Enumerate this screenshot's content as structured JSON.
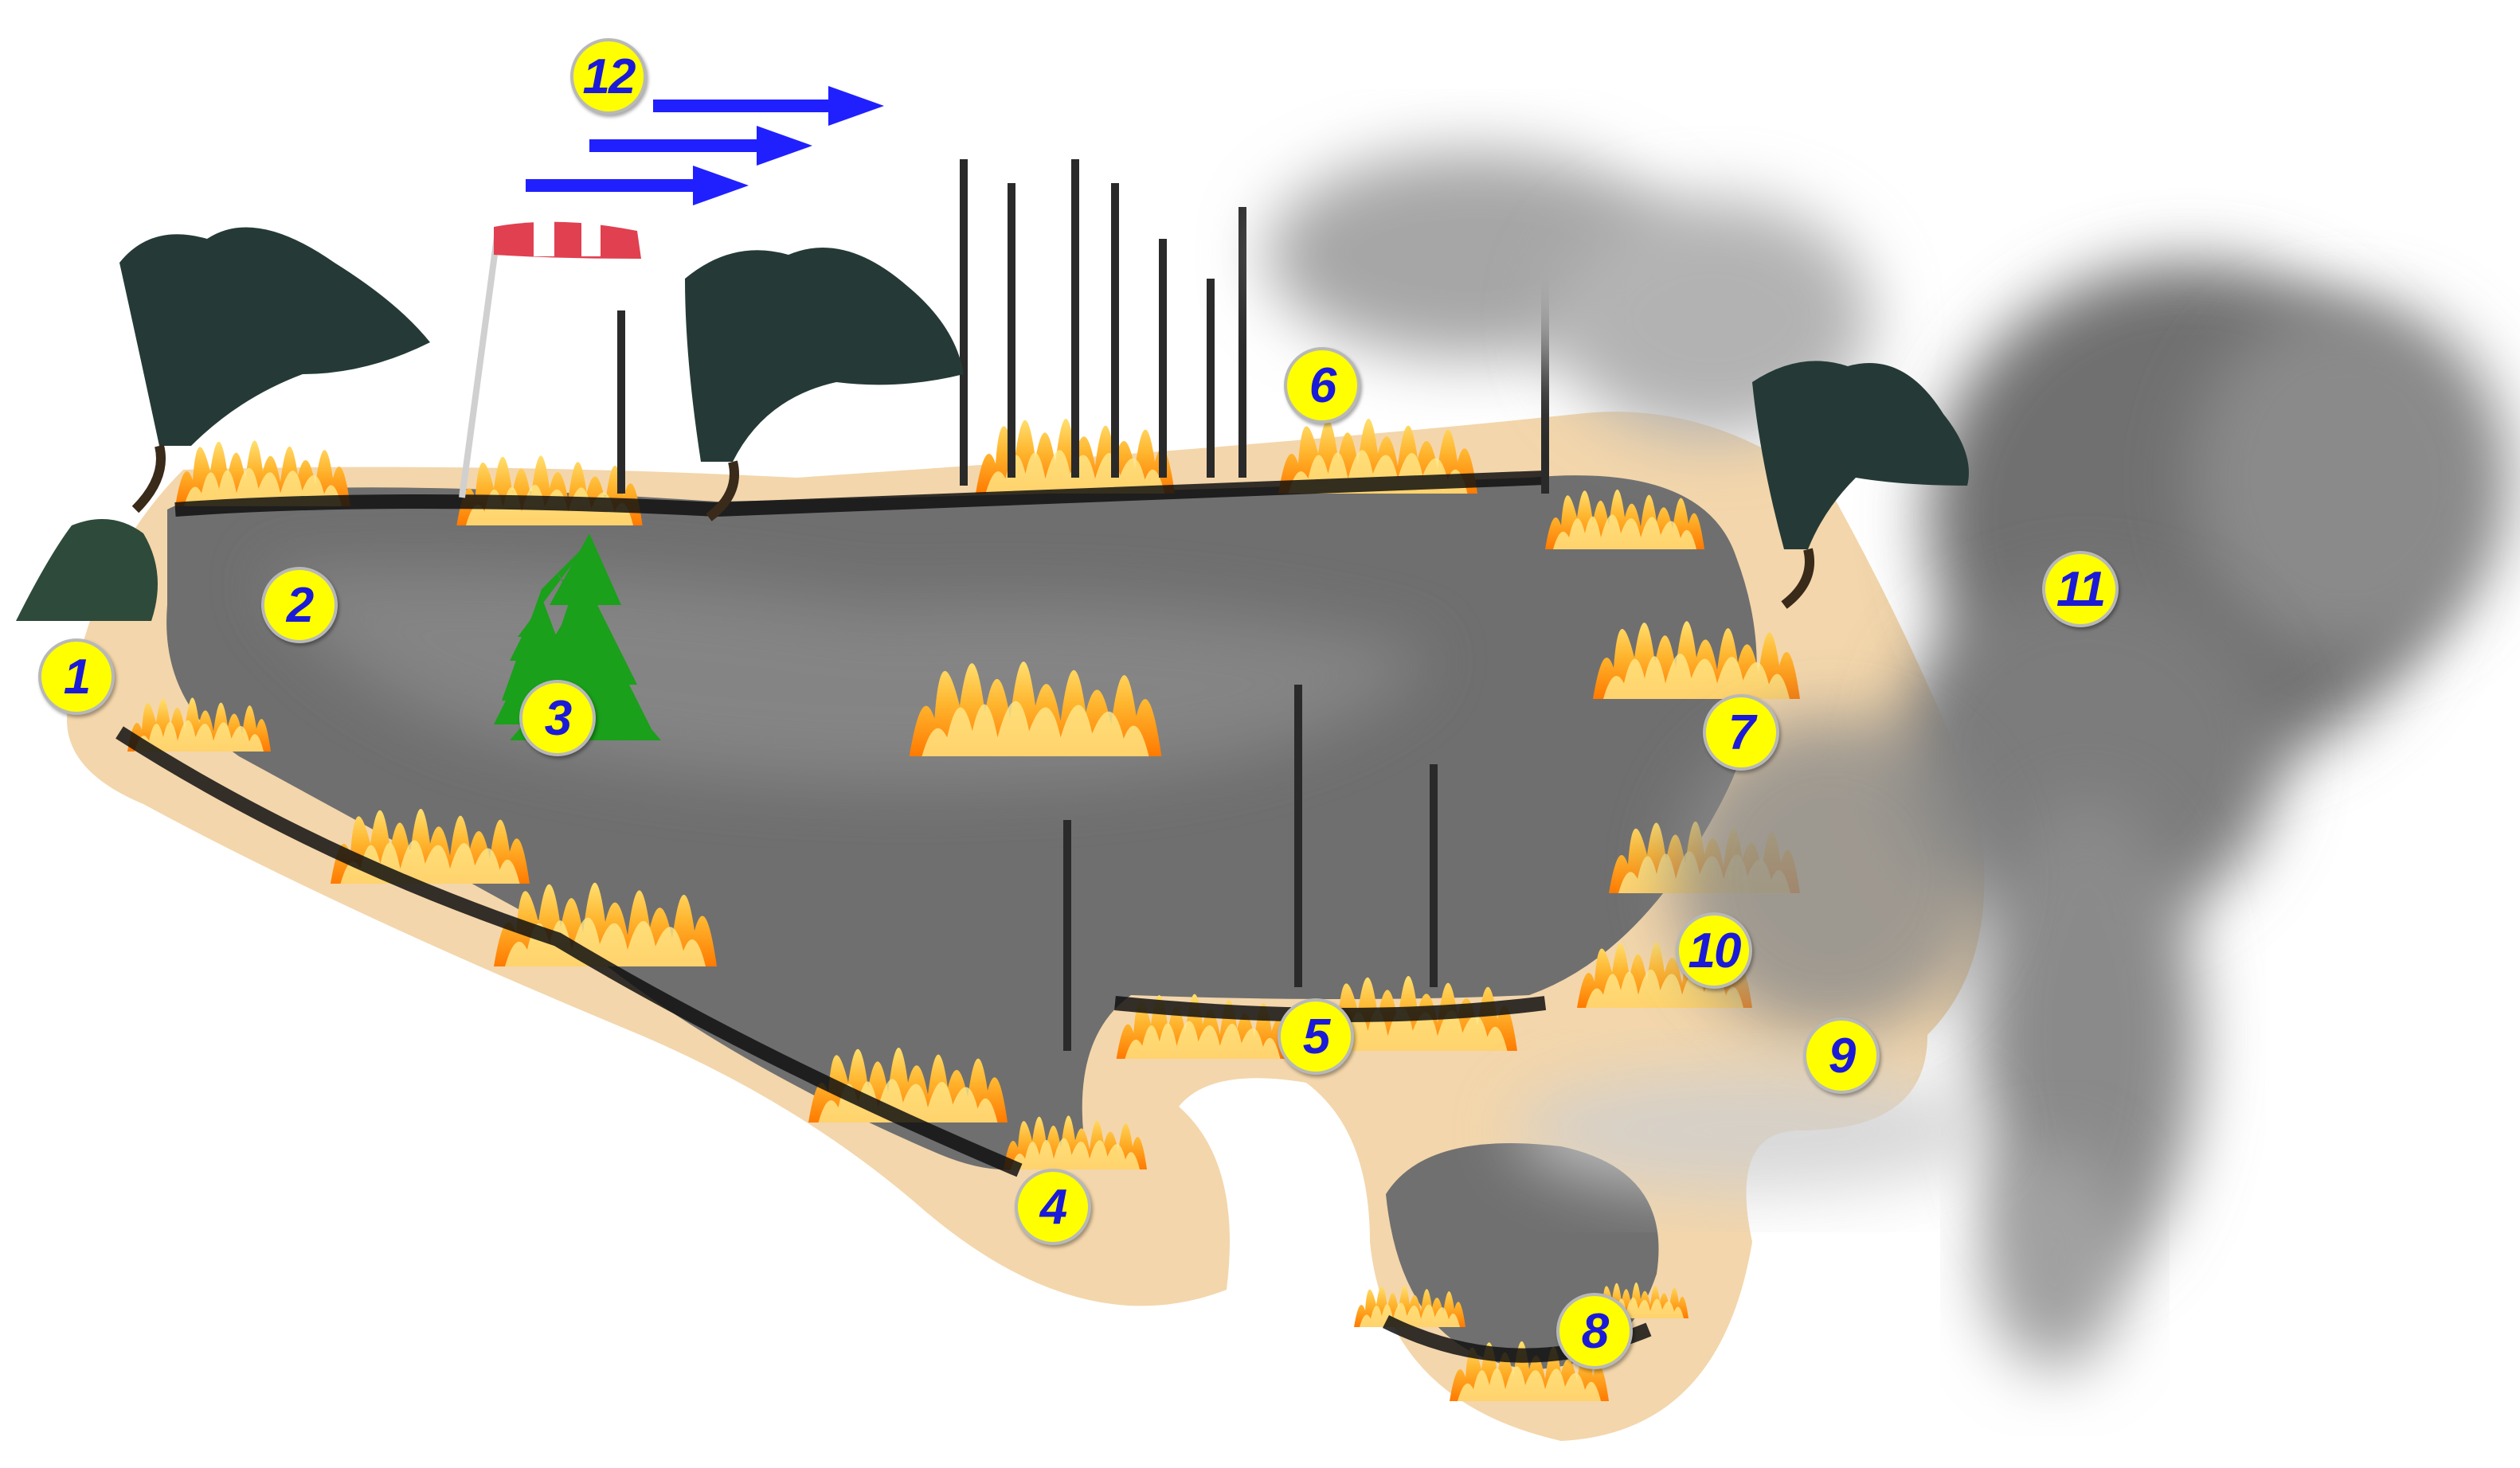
{
  "markers": [
    {
      "label": "1"
    },
    {
      "label": "2"
    },
    {
      "label": "3"
    },
    {
      "label": "4"
    },
    {
      "label": "5"
    },
    {
      "label": "6"
    },
    {
      "label": "7"
    },
    {
      "label": "8"
    },
    {
      "label": "9"
    },
    {
      "label": "10"
    },
    {
      "label": "11"
    },
    {
      "label": "12"
    }
  ],
  "colors": {
    "marker_fill": "#ffff00",
    "marker_text": "#1a1ad8",
    "wind_arrow": "#2020ff",
    "sand": "#f3d6ab",
    "burned_area": "#6f6f6f",
    "flame_outer": "#ff8c00",
    "flame_inner": "#ffd84a",
    "tree_green": "#1aa01a",
    "windsock_red": "#e04050"
  },
  "icons": [
    "wind-arrow-icon",
    "windsock-icon",
    "flame-icon",
    "tree-icon",
    "smoke-icon",
    "dead-tree-icon"
  ]
}
